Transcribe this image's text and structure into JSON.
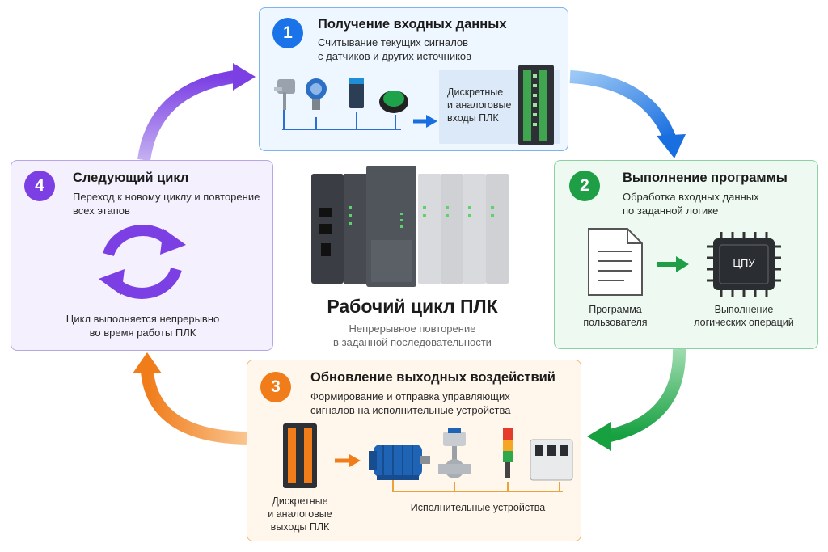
{
  "center": {
    "title": "Рабочий цикл ПЛК",
    "subtitle_line1": "Непрерывное повторение",
    "subtitle_line2": "в заданной последовательности"
  },
  "steps": [
    {
      "number": "1",
      "title": "Получение входных данных",
      "desc_line1": "Считывание текущих сигналов",
      "desc_line2": "с датчиков и других источников",
      "input_label_line1": "Дискретные",
      "input_label_line2": "и аналоговые",
      "input_label_line3": "входы ПЛК",
      "color": "#1a73e8"
    },
    {
      "number": "2",
      "title": "Выполнение программы",
      "desc_line1": "Обработка входных данных",
      "desc_line2": "по заданной логике",
      "program_label_line1": "Программа",
      "program_label_line2": "пользователя",
      "cpu_text": "ЦПУ",
      "exec_label_line1": "Выполнение",
      "exec_label_line2": "логических операций",
      "color": "#1e9e45"
    },
    {
      "number": "3",
      "title": "Обновление выходных воздействий",
      "desc_line1": "Формирование и отправка управляющих",
      "desc_line2": "сигналов на исполнительные устройства",
      "output_label_line1": "Дискретные",
      "output_label_line2": "и аналоговые",
      "output_label_line3": "выходы ПЛК",
      "actuators_label": "Исполнительные устройства",
      "color": "#f07c1a"
    },
    {
      "number": "4",
      "title": "Следующий цикл",
      "desc_line1": "Переход к новому циклу и повторение",
      "desc_line2": "всех этапов",
      "cycle_line1": "Цикл выполняется непрерывно",
      "cycle_line2": "во время работы ПЛК",
      "color": "#7b3fe4"
    }
  ]
}
